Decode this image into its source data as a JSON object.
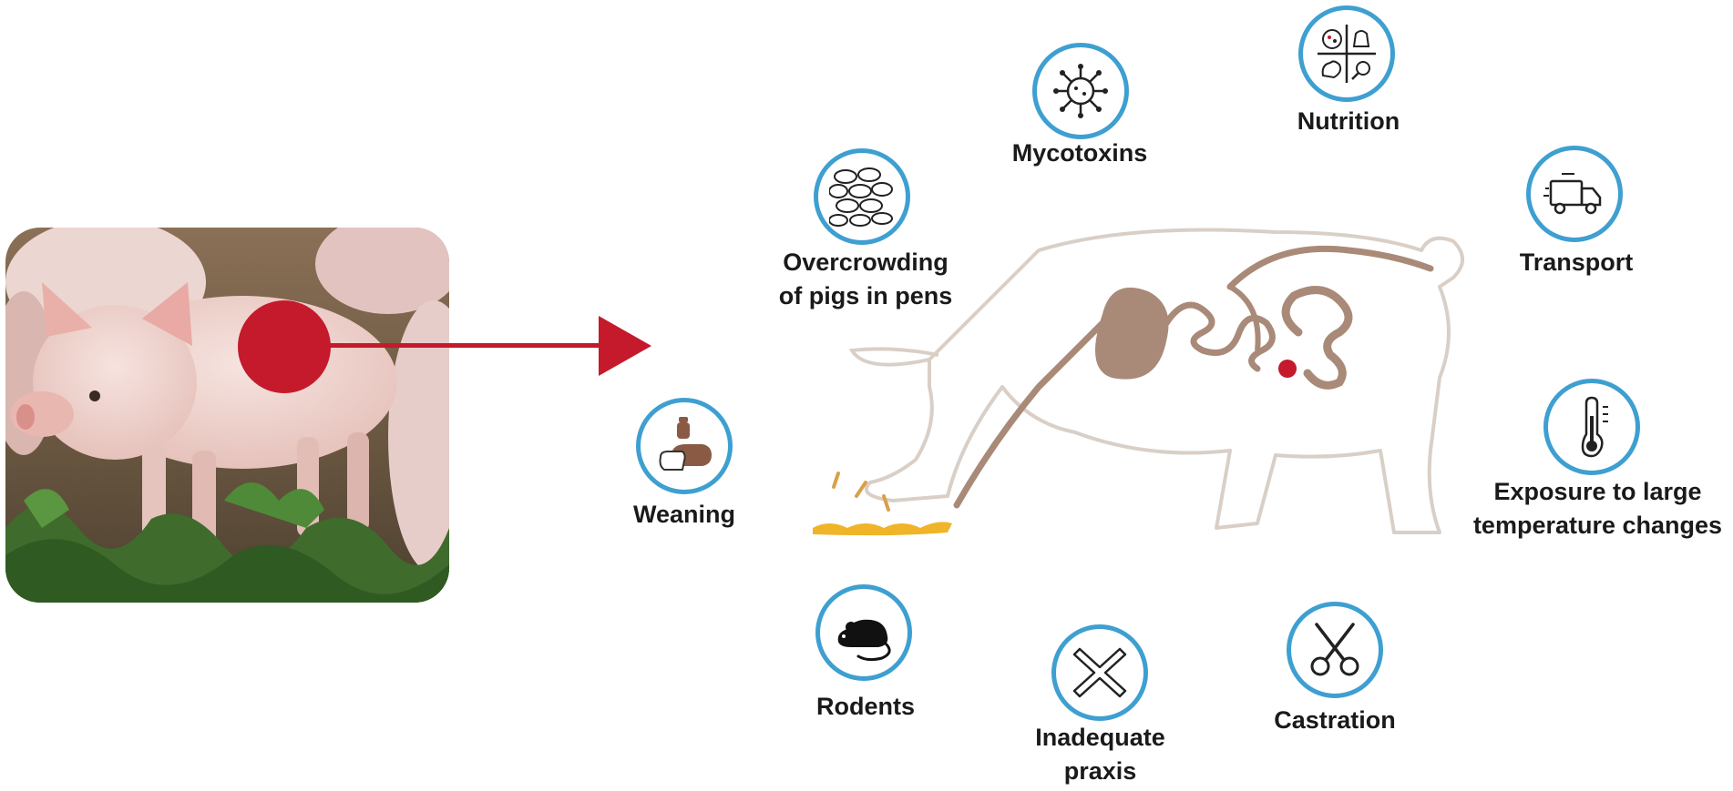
{
  "colors": {
    "accent_red": "#c41a2b",
    "icon_ring": "#3e9fd1",
    "pig_outline": "#d9cfc6",
    "digestive_tract": "#a98a78",
    "feces": "#f0b429"
  },
  "photo": {
    "subject": "piglet-photo"
  },
  "factors": [
    {
      "id": "weaning",
      "icon": "bottle-sow-piglet-icon",
      "label": "Weaning"
    },
    {
      "id": "overcrowding",
      "icon": "crowded-pigs-icon",
      "label": "Overcrowding\nof pigs in pens"
    },
    {
      "id": "mycotoxins",
      "icon": "virus-icon",
      "label": "Mycotoxins"
    },
    {
      "id": "nutrition",
      "icon": "food-groups-icon",
      "label": "Nutrition"
    },
    {
      "id": "transport",
      "icon": "truck-icon",
      "label": "Transport"
    },
    {
      "id": "temperature",
      "icon": "thermometer-icon",
      "label": "Exposure to large\ntemperature changes"
    },
    {
      "id": "castration",
      "icon": "scissors-icon",
      "label": "Castration"
    },
    {
      "id": "praxis",
      "icon": "x-cross-icon",
      "label": "Inadequate\npraxis"
    },
    {
      "id": "rodents",
      "icon": "rat-icon",
      "label": "Rodents"
    }
  ]
}
